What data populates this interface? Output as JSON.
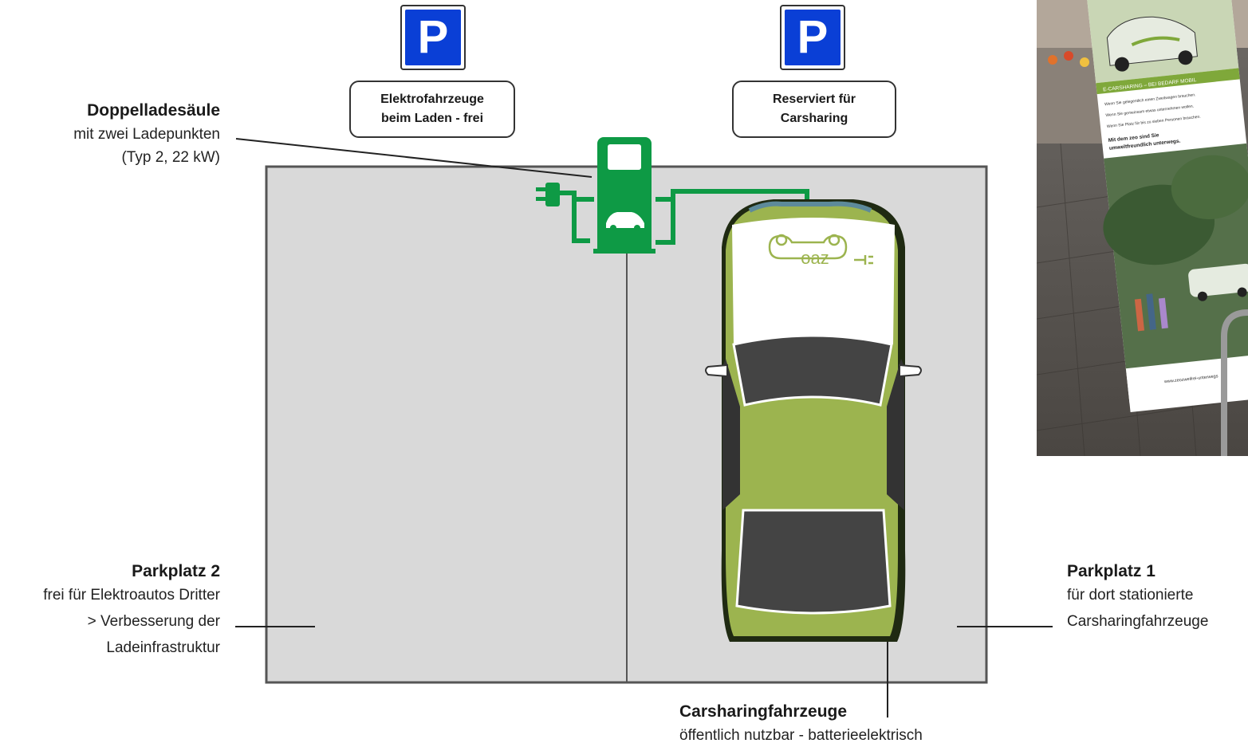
{
  "signs": {
    "left": {
      "letter": "P",
      "line1": "Elektrofahrzeuge",
      "line2": "beim Laden - frei"
    },
    "right": {
      "letter": "P",
      "line1": "Reserviert für",
      "line2": "Carsharing"
    }
  },
  "charger": {
    "title": "Doppelladesäule",
    "line1": "mit zwei Ladepunkten",
    "line2": "(Typ 2, 22 kW)"
  },
  "spot2": {
    "title": "Parkplatz 2",
    "line1": "frei für Elektroautos Dritter",
    "line2": "> Verbesserung der",
    "line3": "Ladeinfrastruktur"
  },
  "spot1": {
    "title": "Parkplatz 1",
    "line1": "für dort stationierte",
    "line2": "Carsharingfahrzeuge"
  },
  "car": {
    "title": "Carsharingfahrzeuge",
    "line1": "öffentlich nutzbar - batterieelektrisch",
    "logo": "oaz"
  },
  "colors": {
    "charger_green": "#0e9a45",
    "car_green": "#9cb44f",
    "parking_sign_blue": "#0a3fd6",
    "lot_gray": "#d9d9d9"
  },
  "photo": {
    "banner_heading": "E-CARSHARING – BEI BEDARF MOBIL",
    "line1": "Wenn Sie gelegentlich einen Zweitwagen brauchen.",
    "line2": "Wenn Sie gemeinsam etwas unternehmen wollen.",
    "line3": "Wenn Sie Platz für bis zu sieben Personen brauchen.",
    "line4": "Mit dem zeo sind Sie",
    "line5": "umweltfreundlich unterwegs.",
    "url": "www.zeozweifrei-unterwegs"
  }
}
